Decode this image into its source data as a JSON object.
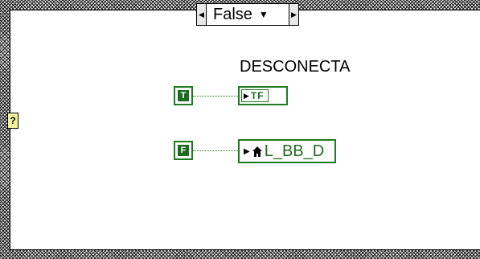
{
  "case_structure": {
    "selector_value": "False",
    "selector_prev_icon": "left-triangle-icon",
    "selector_next_icon": "right-triangle-icon",
    "selector_dropdown_icon": "down-triangle-icon",
    "terminal_label": "?"
  },
  "diagram": {
    "true_constant": "T",
    "false_constant": "F",
    "local_variable_label": "DESCONECTA",
    "local_variable_text": "TF",
    "global_variable_text": "L_BB_D",
    "global_variable_icon": "house-icon",
    "wire_color": "#1f7a1f"
  }
}
